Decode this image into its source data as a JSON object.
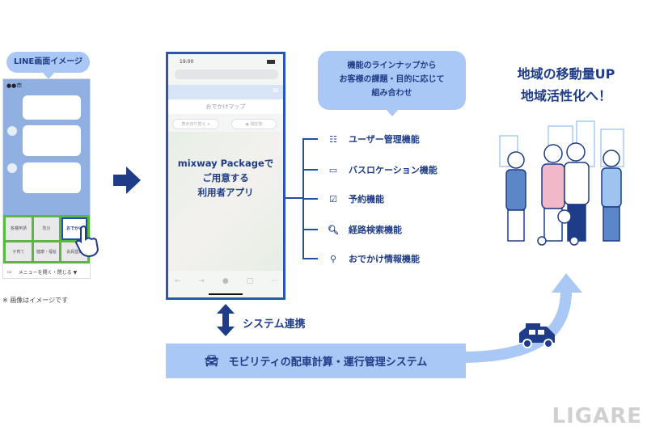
{
  "line_image": {
    "bubble": "LINE画面イメージ",
    "chat_title": "●●市",
    "menu_items": [
      "各種申請",
      "防災",
      "おでかけ",
      "子育て",
      "健康・福祉",
      "会員登録"
    ],
    "menu_bar": "メニューを開く・閉じる ▼",
    "note": "※ 画像はイメージです"
  },
  "app_phone": {
    "time": "19:00",
    "map_title": "おでかけマップ",
    "btn_switch": "表示切り替え ∨",
    "btn_location": "◉ 現在地",
    "caption": [
      "mixway Packageで",
      "ご用意する",
      "利用者アプリ"
    ]
  },
  "features_bubble": [
    "機能のラインナップから",
    "お客様の課題・目的に応じて",
    "組み合わせ"
  ],
  "features": [
    {
      "icon": "id-card-icon",
      "glyph": "☷",
      "label": "ユーザー管理機能"
    },
    {
      "icon": "bus-icon",
      "glyph": "▭",
      "label": "バスロケーション機能"
    },
    {
      "icon": "checkbox-icon",
      "glyph": "☑",
      "label": "予約機能"
    },
    {
      "icon": "search-icon",
      "glyph": "🔍︎",
      "label": "経路検索機能"
    },
    {
      "icon": "map-pin-icon",
      "glyph": "⚲",
      "label": "おでかけ情報機能"
    }
  ],
  "system_link": "システム連携",
  "mobility_system": "モビリティの配車計算・運行管理システム",
  "goal": [
    "地域の移動量UP",
    "地域活性化へ！"
  ],
  "watermark": "LIGARE",
  "colors": {
    "navy": "#1f3c88",
    "light_blue": "#a9c8f5",
    "line_green": "#5ab842",
    "chat_blue": "#8fb0e0"
  }
}
